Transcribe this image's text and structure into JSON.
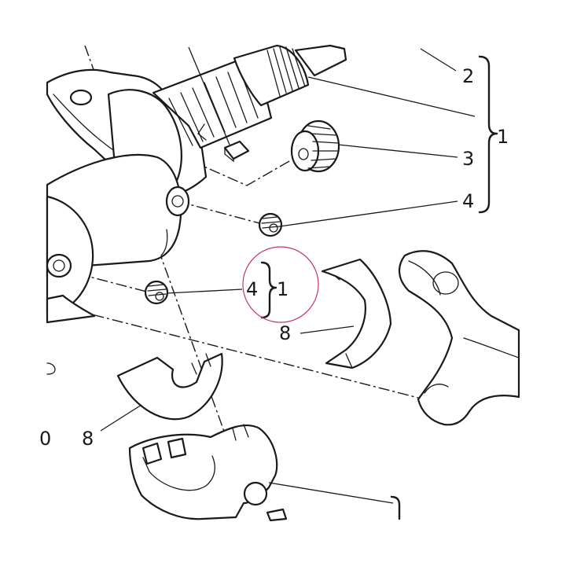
{
  "callouts": {
    "label_2": "2",
    "label_1_main": "1",
    "label_3": "3",
    "label_4_upper": "4",
    "label_4_lower": "4",
    "label_1_lower": "1",
    "label_8_right": "8",
    "label_8_left": "8",
    "label_edge_left": "0"
  },
  "colors": {
    "ink": "#1a1a1a",
    "paper": "#ffffff",
    "highlight_circle": "#c0395a"
  }
}
